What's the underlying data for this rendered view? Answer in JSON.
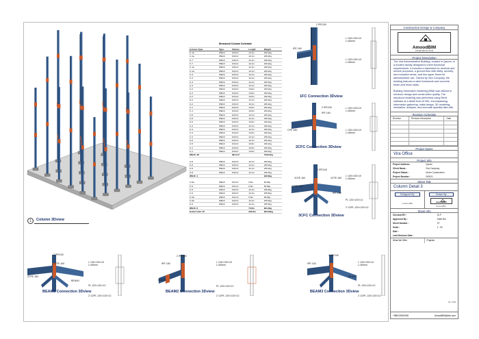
{
  "views": {
    "column_3d": {
      "number": "1",
      "title": "Column 3Dview"
    },
    "c1c": {
      "title": "1FC Connection 3Dview",
      "tag_top": "2 IPE240",
      "tag_left": "IPE 160",
      "ann1a": "L 100×100×10",
      "ann1b": "L=65mm",
      "ann2a": "L 100×100×10",
      "ann2b": "L=65mm"
    },
    "c2c": {
      "title": "2CFC Connection 3Dview",
      "tag_top": "2 IPE240",
      "tag_left": "CPE 160",
      "tag_right": "IPE 160",
      "ann1a": "L 100×100×10",
      "ann1b": "L=65mm",
      "ann2a": "L 100×100×10",
      "ann2b": "L=65mm"
    },
    "c3c": {
      "title": "3CFC Connection 3Dview",
      "tag_top": "2 IPE240",
      "tag_left": "2CFE 160",
      "tag_right": "2CFE 160",
      "tag_left2": "2CFE 160",
      "tag_right2": "IPE 160",
      "ann1a": "L 100×100×10",
      "ann1b": "L=65mm",
      "ann2": "PL 120×120×12",
      "ann3": "2 1/2PL 120×120×12"
    },
    "beam1": {
      "title": "BEAM3 Connection 3Dview",
      "tag_top": "2 IPE240",
      "tag_left": "2CFE 160",
      "tag_left2": "2CFE 160",
      "tag_beam": "BEAM1",
      "ann1a": "L 100×100×10",
      "ann1b": "L=65mm",
      "ann2": "PL 120×120×12",
      "ann3": "2 1/2PL 120×120×12"
    },
    "beam2": {
      "title": "BEAM2 Connection 3Dview",
      "tag_top": "2 IPE240",
      "tag_left": "IPE 160",
      "tag_beam": "BEAM2",
      "ann1a": "L 100×100×10",
      "ann1b": "L=65mm",
      "ann2": "PL 120×120×12",
      "ann3": "2 1/2PL 120×120×12"
    },
    "beam3": {
      "title": "BEAM3 Connection 3Dview",
      "tag_top": "2 IPE240",
      "tag_left": "IPE 160",
      "tag_right": "BEAM3",
      "ann1a": "L 100×100×10",
      "ann1b": "L=65mm",
      "ann2": "PL 120×120×12",
      "ann3": "2 1/2PL 120×120×12"
    }
  },
  "schedule": {
    "title": "Structural Column Schedule",
    "headers": [
      "Column Type",
      "Type",
      "Volume",
      "Length",
      "Weight"
    ],
    "rows": [
      [
        "C-1a",
        "IPE16",
        "0.02m³",
        "12.1m",
        "230.2kg"
      ],
      [
        "C-1a",
        "IPE16",
        "0.02m³",
        "12.1m",
        "230.2kg"
      ],
      [
        "C-7",
        "IPE16",
        "0.02m³",
        "12.1m",
        "230.2kg"
      ],
      [
        "C-7",
        "IPE16",
        "0.02m³",
        "12.1m",
        "230.2kg"
      ],
      [
        "C-1a",
        "IPE16",
        "0.02m³",
        "12.1m",
        "230.2kg"
      ],
      [
        "C-1a",
        "IPE16",
        "0.02m³",
        "12.1m",
        "230.2kg"
      ],
      [
        "C-3",
        "IPE16",
        "0.02m³",
        "12.1m",
        "230.2kg"
      ],
      [
        "C-3",
        "IPE16",
        "0.02m³",
        "12.1m",
        "230.2kg"
      ],
      [
        "C-3",
        "IPE16",
        "0.04m³",
        "12.1m",
        "230.2kg"
      ],
      [
        "C-3",
        "IPE16",
        "0.04m³",
        "12.1m",
        "230.2kg"
      ],
      [
        "C-2",
        "IPE16",
        "0.04m³",
        "13.6m",
        "230.2kg"
      ],
      [
        "C-2",
        "IPE16",
        "0.04m³",
        "13.6m",
        "230.2kg"
      ],
      [
        "C-2",
        "IPE16",
        "0.04m³",
        "13.6m",
        "230.2kg"
      ],
      [
        "C-2",
        "IPE16",
        "0.02m³",
        "12.1m",
        "230.2kg"
      ],
      [
        "C-2",
        "IPE16",
        "0.02m³",
        "12.1m",
        "230.2kg"
      ],
      [
        "C-1",
        "IPE16",
        "0.04m³",
        "13.6m",
        "230.2kg"
      ],
      [
        "C-1",
        "IPE16",
        "0.04m³",
        "13.6m",
        "230.2kg"
      ],
      [
        "C-6",
        "IPE16",
        "0.02m³",
        "12.1m",
        "230.2kg"
      ],
      [
        "C-6",
        "IPE16",
        "0.02m³",
        "12.1m",
        "230.2kg"
      ],
      [
        "C-6",
        "IPE16",
        "0.04m³",
        "13.6m",
        "230.2kg"
      ],
      [
        "C-4",
        "IPE16",
        "0.02m³",
        "12.1m",
        "230.2kg"
      ],
      [
        "C-4",
        "IPE16",
        "0.02m³",
        "12.1m",
        "230.2kg"
      ],
      [
        "C-4",
        "IPE16",
        "0.04m³",
        "13.6m",
        "230.2kg"
      ],
      [
        "C-4",
        "IPE16",
        "0.02m³",
        "12.1m",
        "230.2kg"
      ],
      [
        "C-5",
        "IPE16",
        "0.02m³",
        "12.1m",
        "230.2kg"
      ],
      [
        "C-5",
        "IPE16",
        "0.04m³",
        "13.6m",
        "230.2kg"
      ],
      [
        "C-1",
        "IPE16",
        "0.04m³",
        "13.6m",
        "230.2kg"
      ],
      [
        "C-1",
        "IPE16",
        "0.04m³",
        "13.6m",
        "230.2kg"
      ]
    ],
    "subtotal1": [
      "IPE16: 28",
      "",
      "394.1m³",
      "",
      "7232.0kg"
    ],
    "rows2": [
      [
        "C-8",
        "IPE16",
        "0.02m³",
        "12.1m",
        "230.2kg"
      ],
      [
        "C-8",
        "IPE16",
        "0.02m³",
        "12.1m",
        "230.2kg"
      ],
      [
        "C-8",
        "IPE16",
        "0.02m³",
        "12.1m",
        "230.2kg"
      ],
      [
        "C-8",
        "IPE16",
        "0.02m³",
        "12.1m",
        "230.2kg"
      ]
    ],
    "subtotal2": [
      "IPE16: 4",
      "",
      "",
      "",
      "920.8kg"
    ],
    "rows3": [
      [
        "C-9a",
        "IPE16",
        "0.01m³",
        "6.6m",
        "60.8kg"
      ],
      [
        "C-9",
        "IPE16",
        "0.01m³",
        "6.6m",
        "60.8kg"
      ],
      [
        "C-9",
        "IPE16",
        "0.02m³",
        "12.1m",
        "155.6kg"
      ],
      [
        "C-9",
        "IPE16",
        "0.02m³",
        "12.1m",
        "155.6kg"
      ],
      [
        "C-9a",
        "IPE16",
        "0.01m³",
        "6.6m",
        "60.8kg"
      ],
      [
        "C-9a",
        "IPE16",
        "0.02m³",
        "12.1m",
        "155.6kg"
      ],
      [
        "C-9",
        "IPE16",
        "0.02m³",
        "12.1m",
        "155.6kg"
      ]
    ],
    "subtotal3": [
      "IPE16: 8",
      "",
      "",
      "74.0m",
      "991.0kg"
    ],
    "grand": [
      "Grand total: 40",
      "",
      "",
      "323.8m",
      "9044.8kg"
    ]
  },
  "titleblock": {
    "header_company": "Construction Design & Company",
    "logo_text": "AmoodBIM",
    "logo_sub": "CONSTRUCTION",
    "section_desc": "Project Description",
    "desc_1": "The Vira Administrative Building, located in Qazvin, is a modern facility designed to meet functional requirements. It includes a basement for archival and service purposes, a ground floor with lobby, security, and reception areas, and two upper floors for administrative use. Owned by Vira Company, the building features a steel framework and concrete beam and block slabs.",
    "desc_2": "Building Information Modeling (BIM) was utilized to enhance design and construction quality. The structural modeling was performed using Revit software at a detail level of 300, encompassing information gathering, initial design, 3D modeling, simulation, analysis, and accurate quantity take-offs.",
    "section_rev": "Revision Schedule",
    "rev_headers": [
      "Revision",
      "Revision Description",
      "Date"
    ],
    "section_name": "Project Name",
    "project_name": "Vira Office",
    "section_info": "Project Info",
    "info": [
      [
        "Project Address :",
        "Qazvin"
      ],
      [
        "Client Name :",
        "Vira Company"
      ],
      [
        "Project Status :",
        "Under Construction"
      ],
      [
        "Project Number :",
        "000001"
      ]
    ],
    "section_sheet": "Sheet Title",
    "sheet_title": "Column Detail 3",
    "designed_by": "Designed By",
    "drawn_by": "Drawn By",
    "signature_left": "Lorena Milu",
    "signature_right": "Amood Bim",
    "section_check": "Sheet Info",
    "check": [
      [
        "Checked BY :",
        "Dr.P"
      ],
      [
        "Approved By :",
        "Sabti Bld"
      ],
      [
        "Sheet Number :",
        "S7"
      ],
      [
        "Scale :",
        "1 : 50"
      ],
      [
        "Date :",
        ""
      ],
      [
        "Last Revision Date :",
        ""
      ]
    ],
    "ci_label": "What We Offer",
    "ci_value": "Projects",
    "footer_left": "+989120000000",
    "footer_right": "AmoodBIM@info.com",
    "page_num": "01 / 100"
  },
  "colors": {
    "steel_blue": "#2d4f7a",
    "steel_orange": "#c8592a",
    "navy": "#1a2f6b",
    "slab_gray": "#d6d6d6"
  }
}
